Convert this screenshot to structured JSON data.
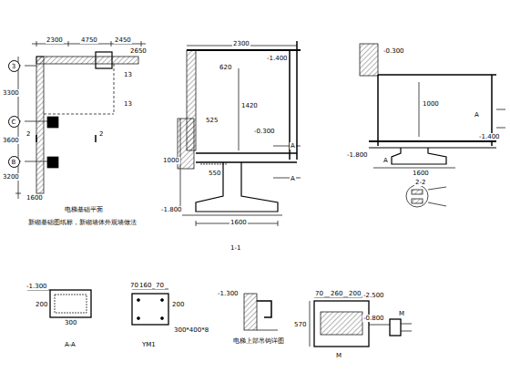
{
  "diagram": {
    "nodes": [
      {
        "text": [
          "3"
        ]
      },
      {
        "text": [
          "C"
        ]
      },
      {
        "text": [
          "B"
        ]
      }
    ],
    "labels": [
      "2300",
      "4750",
      "2450",
      "2650",
      "13",
      "13",
      "2",
      "2",
      "3300",
      "3600",
      "3200",
      "1600",
      "电梯基础平面",
      "新砌基础图纸标，新砌墙体外观墙做法",
      "2300",
      "-1.400",
      "620",
      "1420",
      "525",
      "-0.300",
      "A",
      "A",
      "1000",
      "550",
      "-1.800",
      "1600",
      "1-1",
      "-0.300",
      "1000",
      "A",
      "A",
      "-1.400",
      "-1.800",
      "1600",
      "2-2",
      "-1.300",
      "200",
      "300",
      "A-A",
      "70",
      "160",
      "70",
      "200",
      "YM1",
      "300*400*8",
      "-1.300",
      "电梯上部吊钩详图",
      "570",
      "70",
      "260",
      "200",
      "-2.500",
      "M",
      "-0.800",
      "M"
    ]
  }
}
